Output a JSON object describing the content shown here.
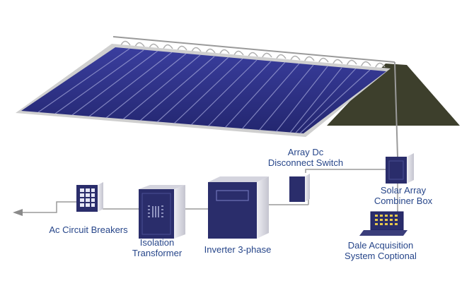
{
  "colors": {
    "panel": "#2c2f8c",
    "panel_dark": "#1b1d5e",
    "frame": "#c9c9c9",
    "roof_back": "#3d3f2c",
    "equipment": "#2a2d6b",
    "equipment_side": "#d7d7e0",
    "wire": "#9a9a9a",
    "label": "#27468a"
  },
  "components": {
    "array_dc_disconnect": {
      "line1": "Array Dc",
      "line2": "Disconnect Switch"
    },
    "combiner_box": {
      "line1": "Solar Array",
      "line2": "Combiner Box"
    },
    "ac_breakers": {
      "line1": "Ac Circuit Breakers"
    },
    "isolation_transformer": {
      "line1": "Isolation",
      "line2": "Transformer"
    },
    "inverter": {
      "line1": "Inverter 3-phase"
    },
    "data_acquisition": {
      "line1": "Dale Acquisition",
      "line2": "System Coptional"
    }
  },
  "icons": {
    "output_arrow": "arrow-left-icon",
    "solar_array": "solar-panel-icon"
  }
}
